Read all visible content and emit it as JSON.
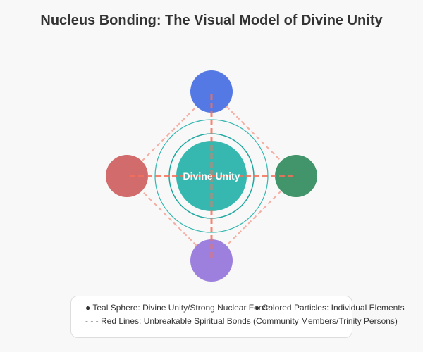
{
  "title": "Nucleus Bonding: The Visual Model of Divine Unity",
  "nucleus": {
    "label": "Divine Unity",
    "color": "#36b8b0",
    "ring_color": "#20a8a0"
  },
  "particles": [
    {
      "name": "top",
      "color": "#5479e4"
    },
    {
      "name": "left",
      "color": "#d26b6b"
    },
    {
      "name": "right",
      "color": "#42946a"
    },
    {
      "name": "bottom",
      "color": "#9d80dd"
    }
  ],
  "bond_color": "#f47059",
  "legend": {
    "items": [
      "● Teal Sphere: Divine Unity/Strong Nuclear Force",
      "- - - Red Lines: Unbreakable Spiritual Bonds",
      "● Colored Particles: Individual Elements",
      "(Community Members/Trinity Persons)"
    ]
  }
}
